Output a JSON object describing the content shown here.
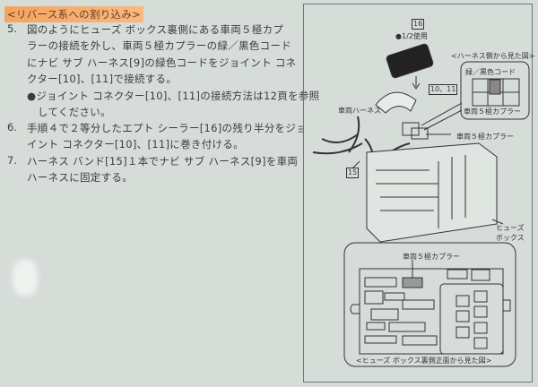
{
  "heading": "<リバース系への割り込み>",
  "steps": [
    {
      "num": "5.",
      "lines": [
        "図のようにヒューズ ボックス裏側にある車両５極カプ",
        "ラーの接続を外し、車両５極カプラーの緑／黒色コード",
        "にナビ サブ ハーネス[9]の緑色コードをジョイント コネ",
        "クター[10]、[11]で接続する。"
      ]
    },
    {
      "num": "",
      "lines": [
        "●ジョイント コネクター[10]、[11]の接続方法は12頁を参照",
        "してください。"
      ]
    },
    {
      "num": "6.",
      "lines": [
        "手順４で２等分したエプト シーラー[16]の残り半分をジョ",
        "イント コネクター[10]、[11]に巻き付ける。"
      ]
    },
    {
      "num": "7.",
      "lines": [
        "ハーネス バンド[15]１本でナビ サブ ハーネス[9]を車両",
        "ハーネスに固定する。"
      ]
    }
  ],
  "figure": {
    "part16": "16",
    "part16_note": "●1/2使用",
    "harness_view_title": "<ハーネス側から見た図>",
    "green_black_cord": "緑／黒色コード",
    "inset_coupler": "車両５極カプラー",
    "parts_10_11": "10、11",
    "vehicle_harness": "車両ハーネス",
    "coupler_label": "車両５極カプラー",
    "part15": "15",
    "fuse_box_line1": "ヒューズ",
    "fuse_box_line2": "ボックス",
    "front_coupler_label": "車両５極カプラー",
    "front_view_caption": "<ヒューズ ボックス裏側正面から見た図>"
  }
}
